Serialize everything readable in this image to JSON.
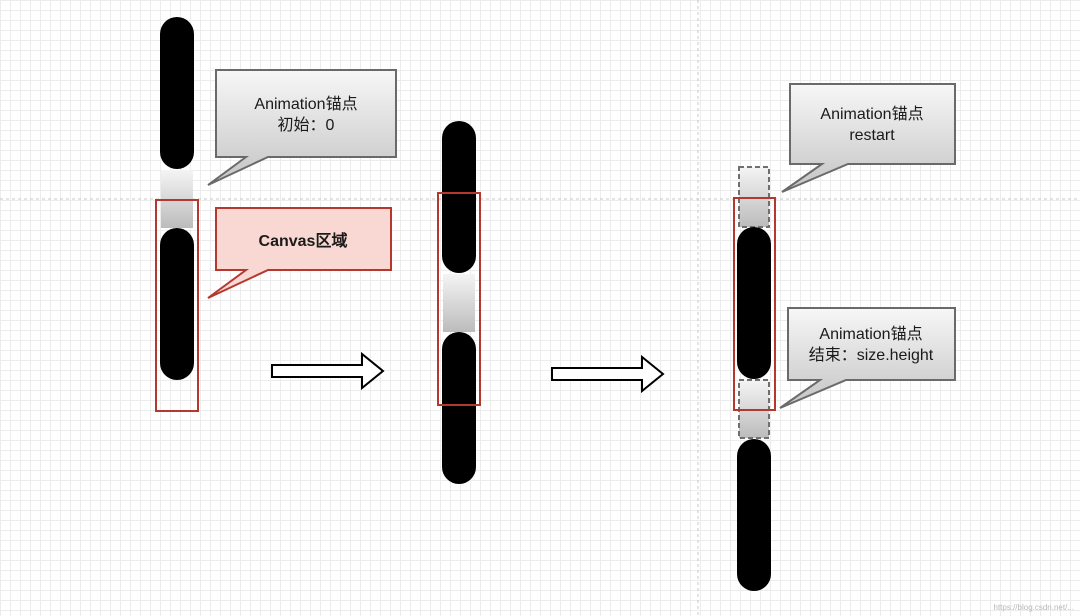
{
  "callouts": {
    "anchor_initial": {
      "line1": "Animation锚点",
      "line2": "初始：0"
    },
    "canvas_region": {
      "line1": "Canvas区域"
    },
    "anchor_restart": {
      "line1": "Animation锚点",
      "line2": "restart"
    },
    "anchor_end": {
      "line1": "Animation锚点",
      "line2": "结束：size.height"
    }
  },
  "watermark": "https://blog.csdn.net/...",
  "colors": {
    "bar": "#000000",
    "canvas_border": "#b5382e",
    "canvas_callout_fill": "#f9d7d3",
    "anchor_gray_light": "#f2f2f2",
    "anchor_gray_dark": "#bdbdbd"
  }
}
